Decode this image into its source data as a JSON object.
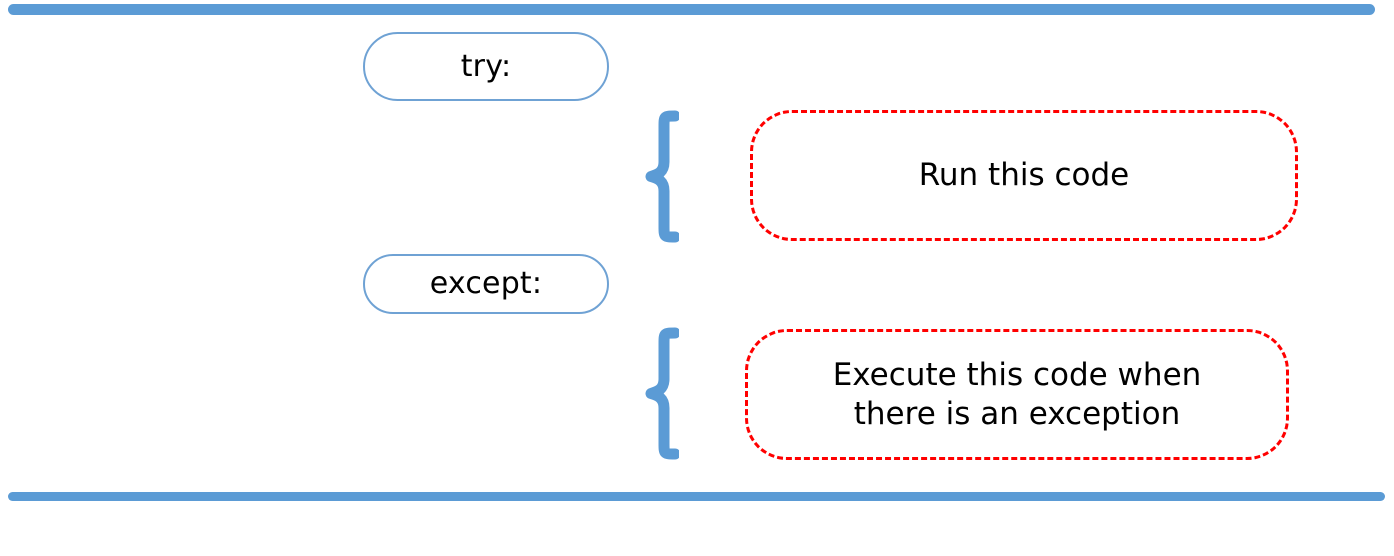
{
  "slide": {
    "title_text": "",
    "background_color": "#FFFFFF",
    "accent_color": "#5B9BD5",
    "highlight_color": "#FF0000"
  },
  "decorations": {
    "top_bar": "accent-bar-top",
    "bottom_bar": "accent-bar-bottom"
  },
  "keywords": [
    {
      "id": "try",
      "label": "try:"
    },
    {
      "id": "except",
      "label": "except:"
    }
  ],
  "braces": [
    {
      "id": "brace-try",
      "glyph": "{"
    },
    {
      "id": "brace-except",
      "glyph": "{"
    }
  ],
  "code_blocks": [
    {
      "id": "run-this-code",
      "lines": [
        "Run this code"
      ],
      "line1": "Run this code",
      "line2": "",
      "border_style": "dashed",
      "border_color": "#FF0000"
    },
    {
      "id": "exception-handler",
      "lines": [
        "Execute this code when",
        "there is an exception"
      ],
      "line1": "Execute this code when",
      "line2": "there is an exception",
      "border_style": "dashed",
      "border_color": "#FF0000"
    }
  ]
}
